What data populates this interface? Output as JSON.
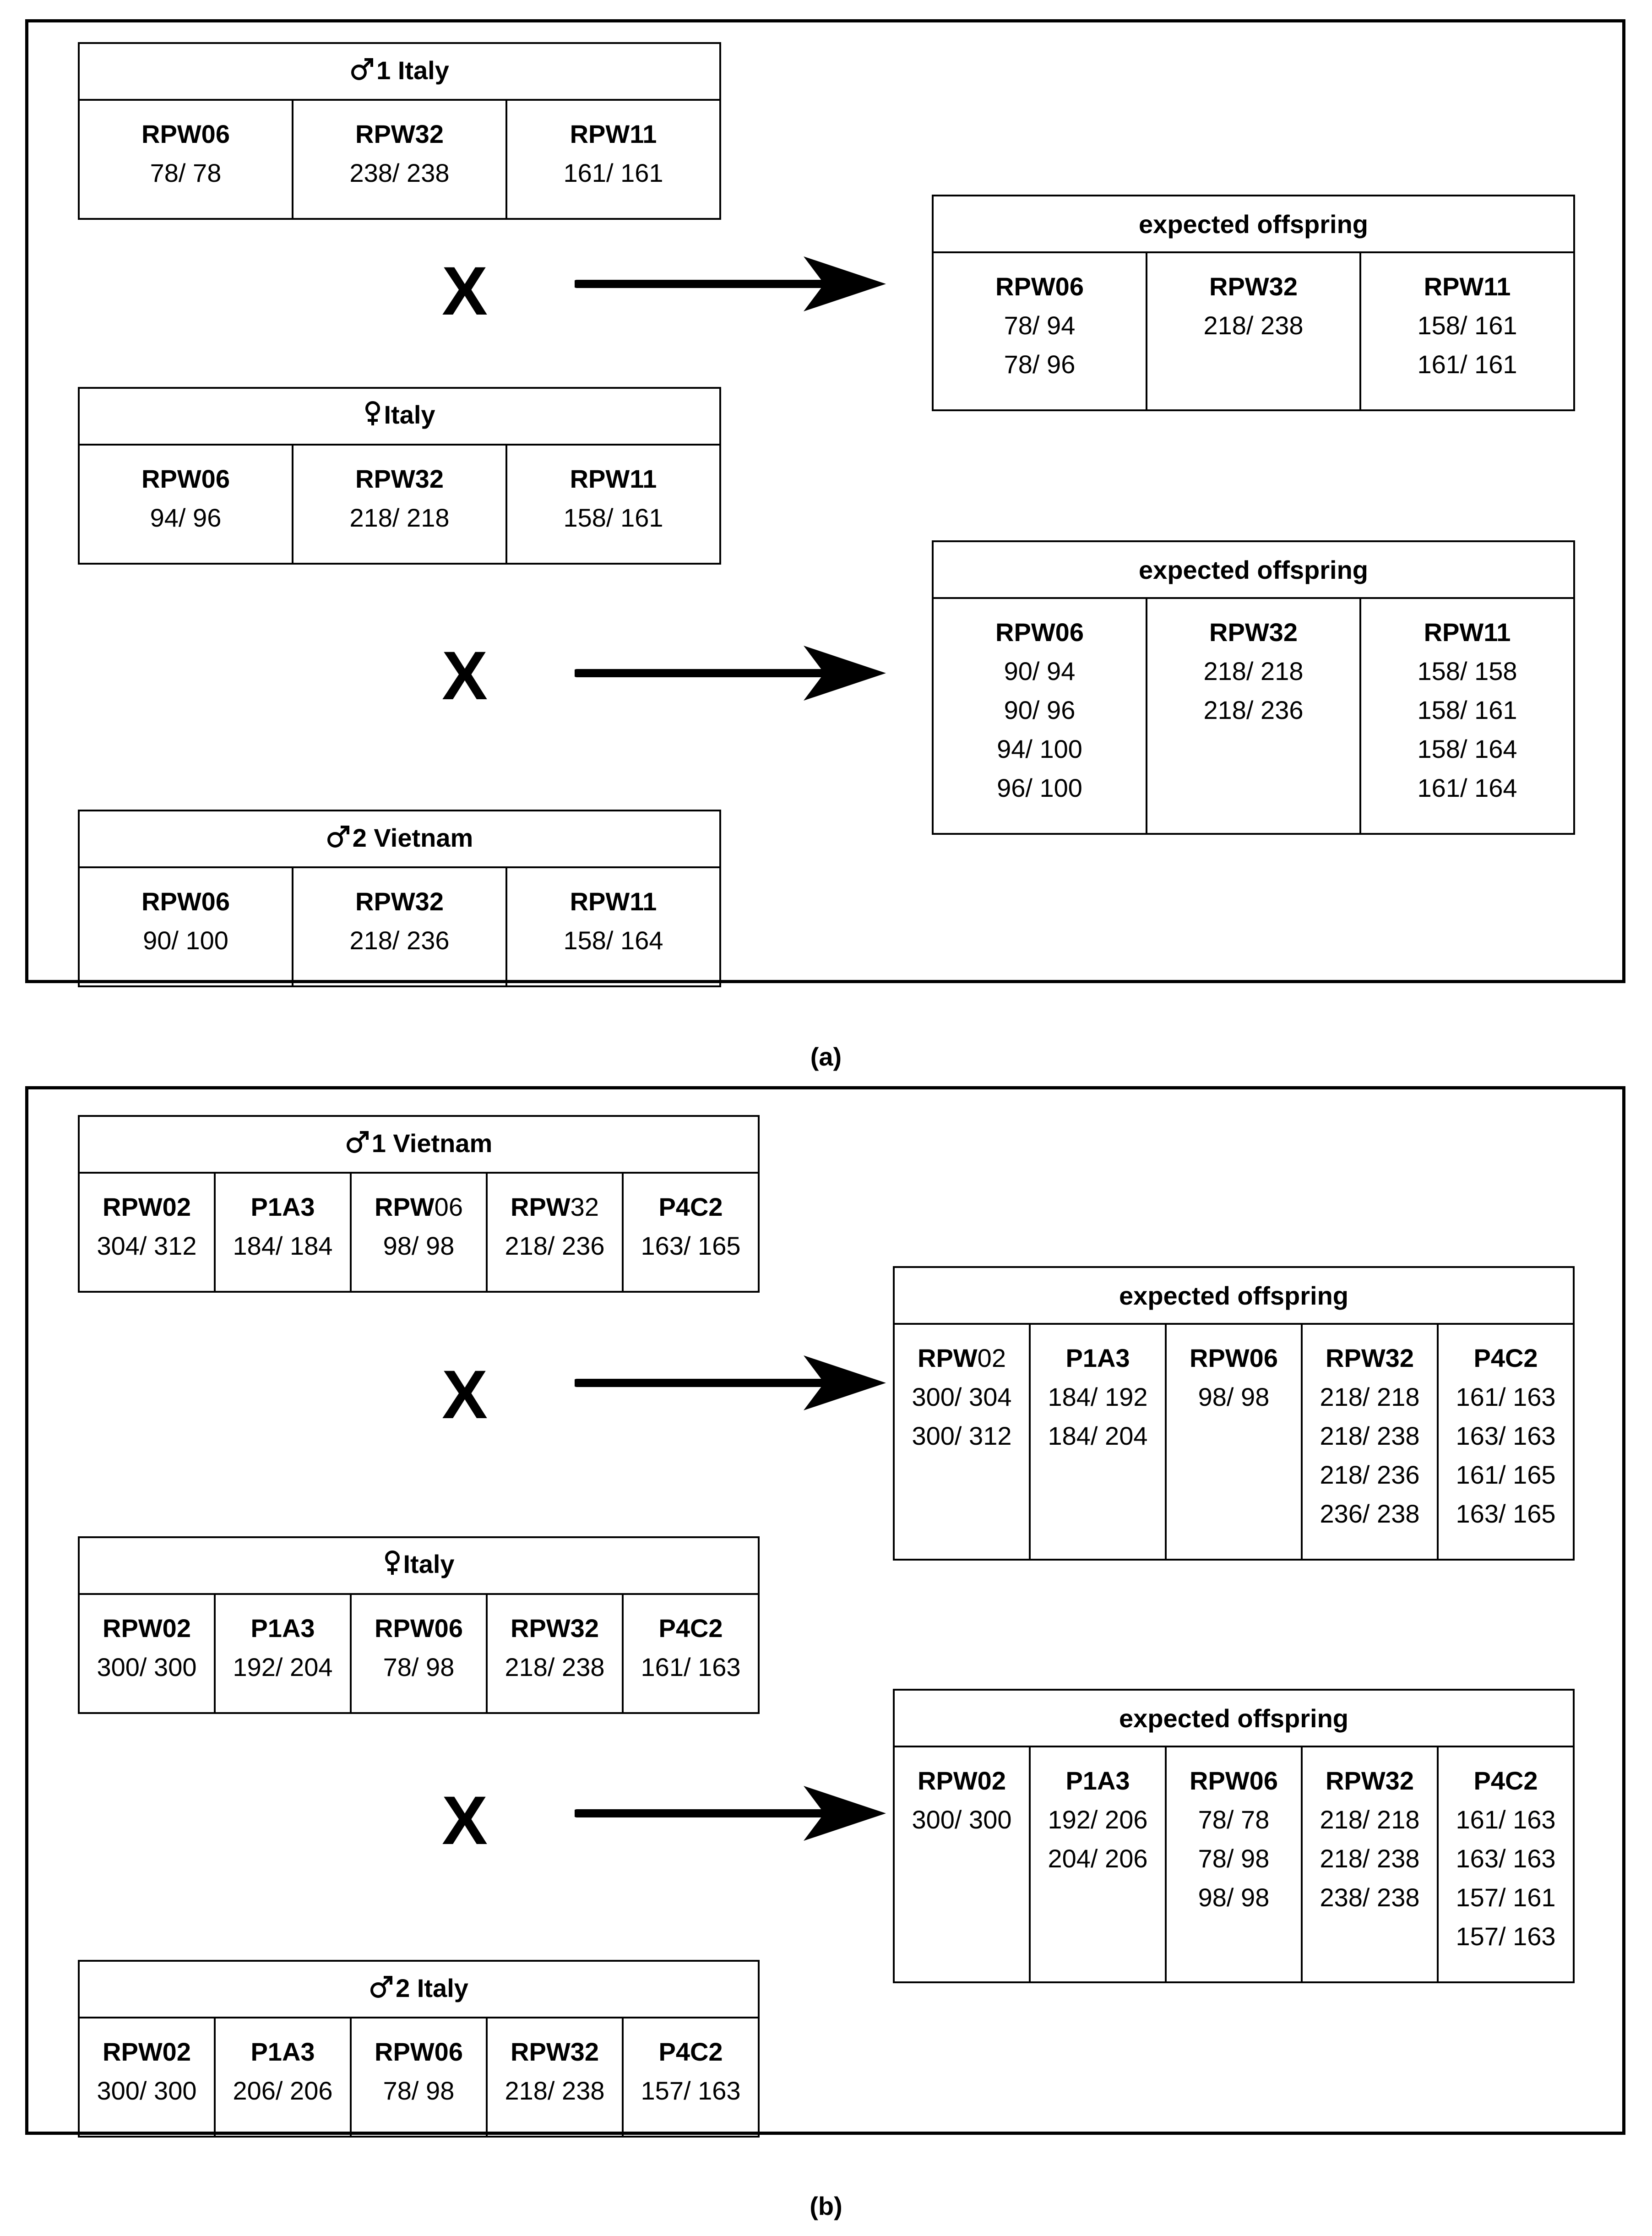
{
  "panel_a": {
    "label": "(a)",
    "male1": {
      "symbol": "male-1-icon",
      "title": "1 Italy",
      "columns": [
        {
          "locus": "RPW06",
          "values": [
            "78/ 78"
          ]
        },
        {
          "locus": "RPW32",
          "values": [
            "238/ 238"
          ]
        },
        {
          "locus": "RPW11",
          "values": [
            "161/ 161"
          ]
        }
      ]
    },
    "female": {
      "symbol": "female-icon",
      "title": "Italy",
      "columns": [
        {
          "locus": "RPW06",
          "values": [
            "94/ 96"
          ]
        },
        {
          "locus": "RPW32",
          "values": [
            "218/ 218"
          ]
        },
        {
          "locus": "RPW11",
          "values": [
            "158/ 161"
          ]
        }
      ]
    },
    "male2": {
      "symbol": "male-2-icon",
      "title": "2 Vietnam",
      "columns": [
        {
          "locus": "RPW06",
          "values": [
            "90/ 100"
          ]
        },
        {
          "locus": "RPW32",
          "values": [
            "218/ 236"
          ]
        },
        {
          "locus": "RPW11",
          "values": [
            "158/ 164"
          ]
        }
      ]
    },
    "offspring1": {
      "title": "expected offspring",
      "columns": [
        {
          "locus": "RPW06",
          "values": [
            "78/ 94",
            "78/ 96"
          ]
        },
        {
          "locus": "RPW32",
          "values": [
            "218/ 238"
          ]
        },
        {
          "locus": "RPW11",
          "values": [
            "158/ 161",
            "161/ 161"
          ]
        }
      ]
    },
    "offspring2": {
      "title": "expected offspring",
      "columns": [
        {
          "locus": "RPW06",
          "values": [
            "90/ 94",
            "90/ 96",
            "94/ 100",
            "96/ 100"
          ]
        },
        {
          "locus": "RPW32",
          "values": [
            "218/ 218",
            "218/ 236"
          ]
        },
        {
          "locus": "RPW11",
          "values": [
            "158/ 158",
            "158/ 161",
            "158/ 164",
            "161/ 164"
          ]
        }
      ]
    },
    "cross_mark": "X"
  },
  "panel_b": {
    "label": "(b)",
    "male1": {
      "symbol": "male-1-icon",
      "title": "1 Vietnam",
      "columns": [
        {
          "locus": "RPW02",
          "values": [
            "304/ 312"
          ]
        },
        {
          "locus": "P1A3",
          "values": [
            "184/ 184"
          ]
        },
        {
          "locus_bold": "RPW",
          "locus_normal": "06",
          "values": [
            "98/ 98"
          ]
        },
        {
          "locus_bold": "RPW",
          "locus_normal": "32",
          "values": [
            "218/ 236"
          ]
        },
        {
          "locus": "P4C2",
          "values": [
            "163/ 165"
          ]
        }
      ]
    },
    "female": {
      "symbol": "female-icon",
      "title": "Italy",
      "columns": [
        {
          "locus": "RPW02",
          "values": [
            "300/ 300"
          ]
        },
        {
          "locus": "P1A3",
          "values": [
            "192/ 204"
          ]
        },
        {
          "locus": "RPW06",
          "values": [
            "78/ 98"
          ]
        },
        {
          "locus": "RPW32",
          "values": [
            "218/ 238"
          ]
        },
        {
          "locus": "P4C2",
          "values": [
            "161/ 163"
          ]
        }
      ]
    },
    "male2": {
      "symbol": "male-2-icon",
      "title": "2 Italy",
      "columns": [
        {
          "locus": "RPW02",
          "values": [
            "300/ 300"
          ]
        },
        {
          "locus": "P1A3",
          "values": [
            "206/ 206"
          ]
        },
        {
          "locus": "RPW06",
          "values": [
            "78/ 98"
          ]
        },
        {
          "locus": "RPW32",
          "values": [
            "218/ 238"
          ]
        },
        {
          "locus": "P4C2",
          "values": [
            "157/ 163"
          ]
        }
      ]
    },
    "offspring1": {
      "title": "expected offspring",
      "columns": [
        {
          "locus_bold": "RPW",
          "locus_normal": "02",
          "values": [
            "300/ 304",
            "300/ 312"
          ]
        },
        {
          "locus": "P1A3",
          "values": [
            "184/ 192",
            "184/ 204"
          ]
        },
        {
          "locus": "RPW06",
          "values": [
            "98/ 98"
          ]
        },
        {
          "locus": "RPW32",
          "values": [
            "218/ 218",
            "218/ 238",
            "218/ 236",
            "236/ 238"
          ]
        },
        {
          "locus": "P4C2",
          "values": [
            "161/ 163",
            "163/ 163",
            "161/ 165",
            "163/ 165"
          ]
        }
      ]
    },
    "offspring2": {
      "title": "expected offspring",
      "columns": [
        {
          "locus": "RPW02",
          "values": [
            "300/ 300"
          ]
        },
        {
          "locus": "P1A3",
          "values": [
            "192/ 206",
            "204/ 206"
          ]
        },
        {
          "locus": "RPW06",
          "values": [
            "78/ 78",
            "78/ 98",
            "98/ 98"
          ]
        },
        {
          "locus": "RPW32",
          "values": [
            "218/ 218",
            "218/ 238",
            "238/ 238"
          ]
        },
        {
          "locus": "P4C2",
          "values": [
            "161/ 163",
            "163/ 163",
            "157/ 161",
            "157/ 163"
          ]
        }
      ]
    },
    "cross_mark": "X"
  }
}
